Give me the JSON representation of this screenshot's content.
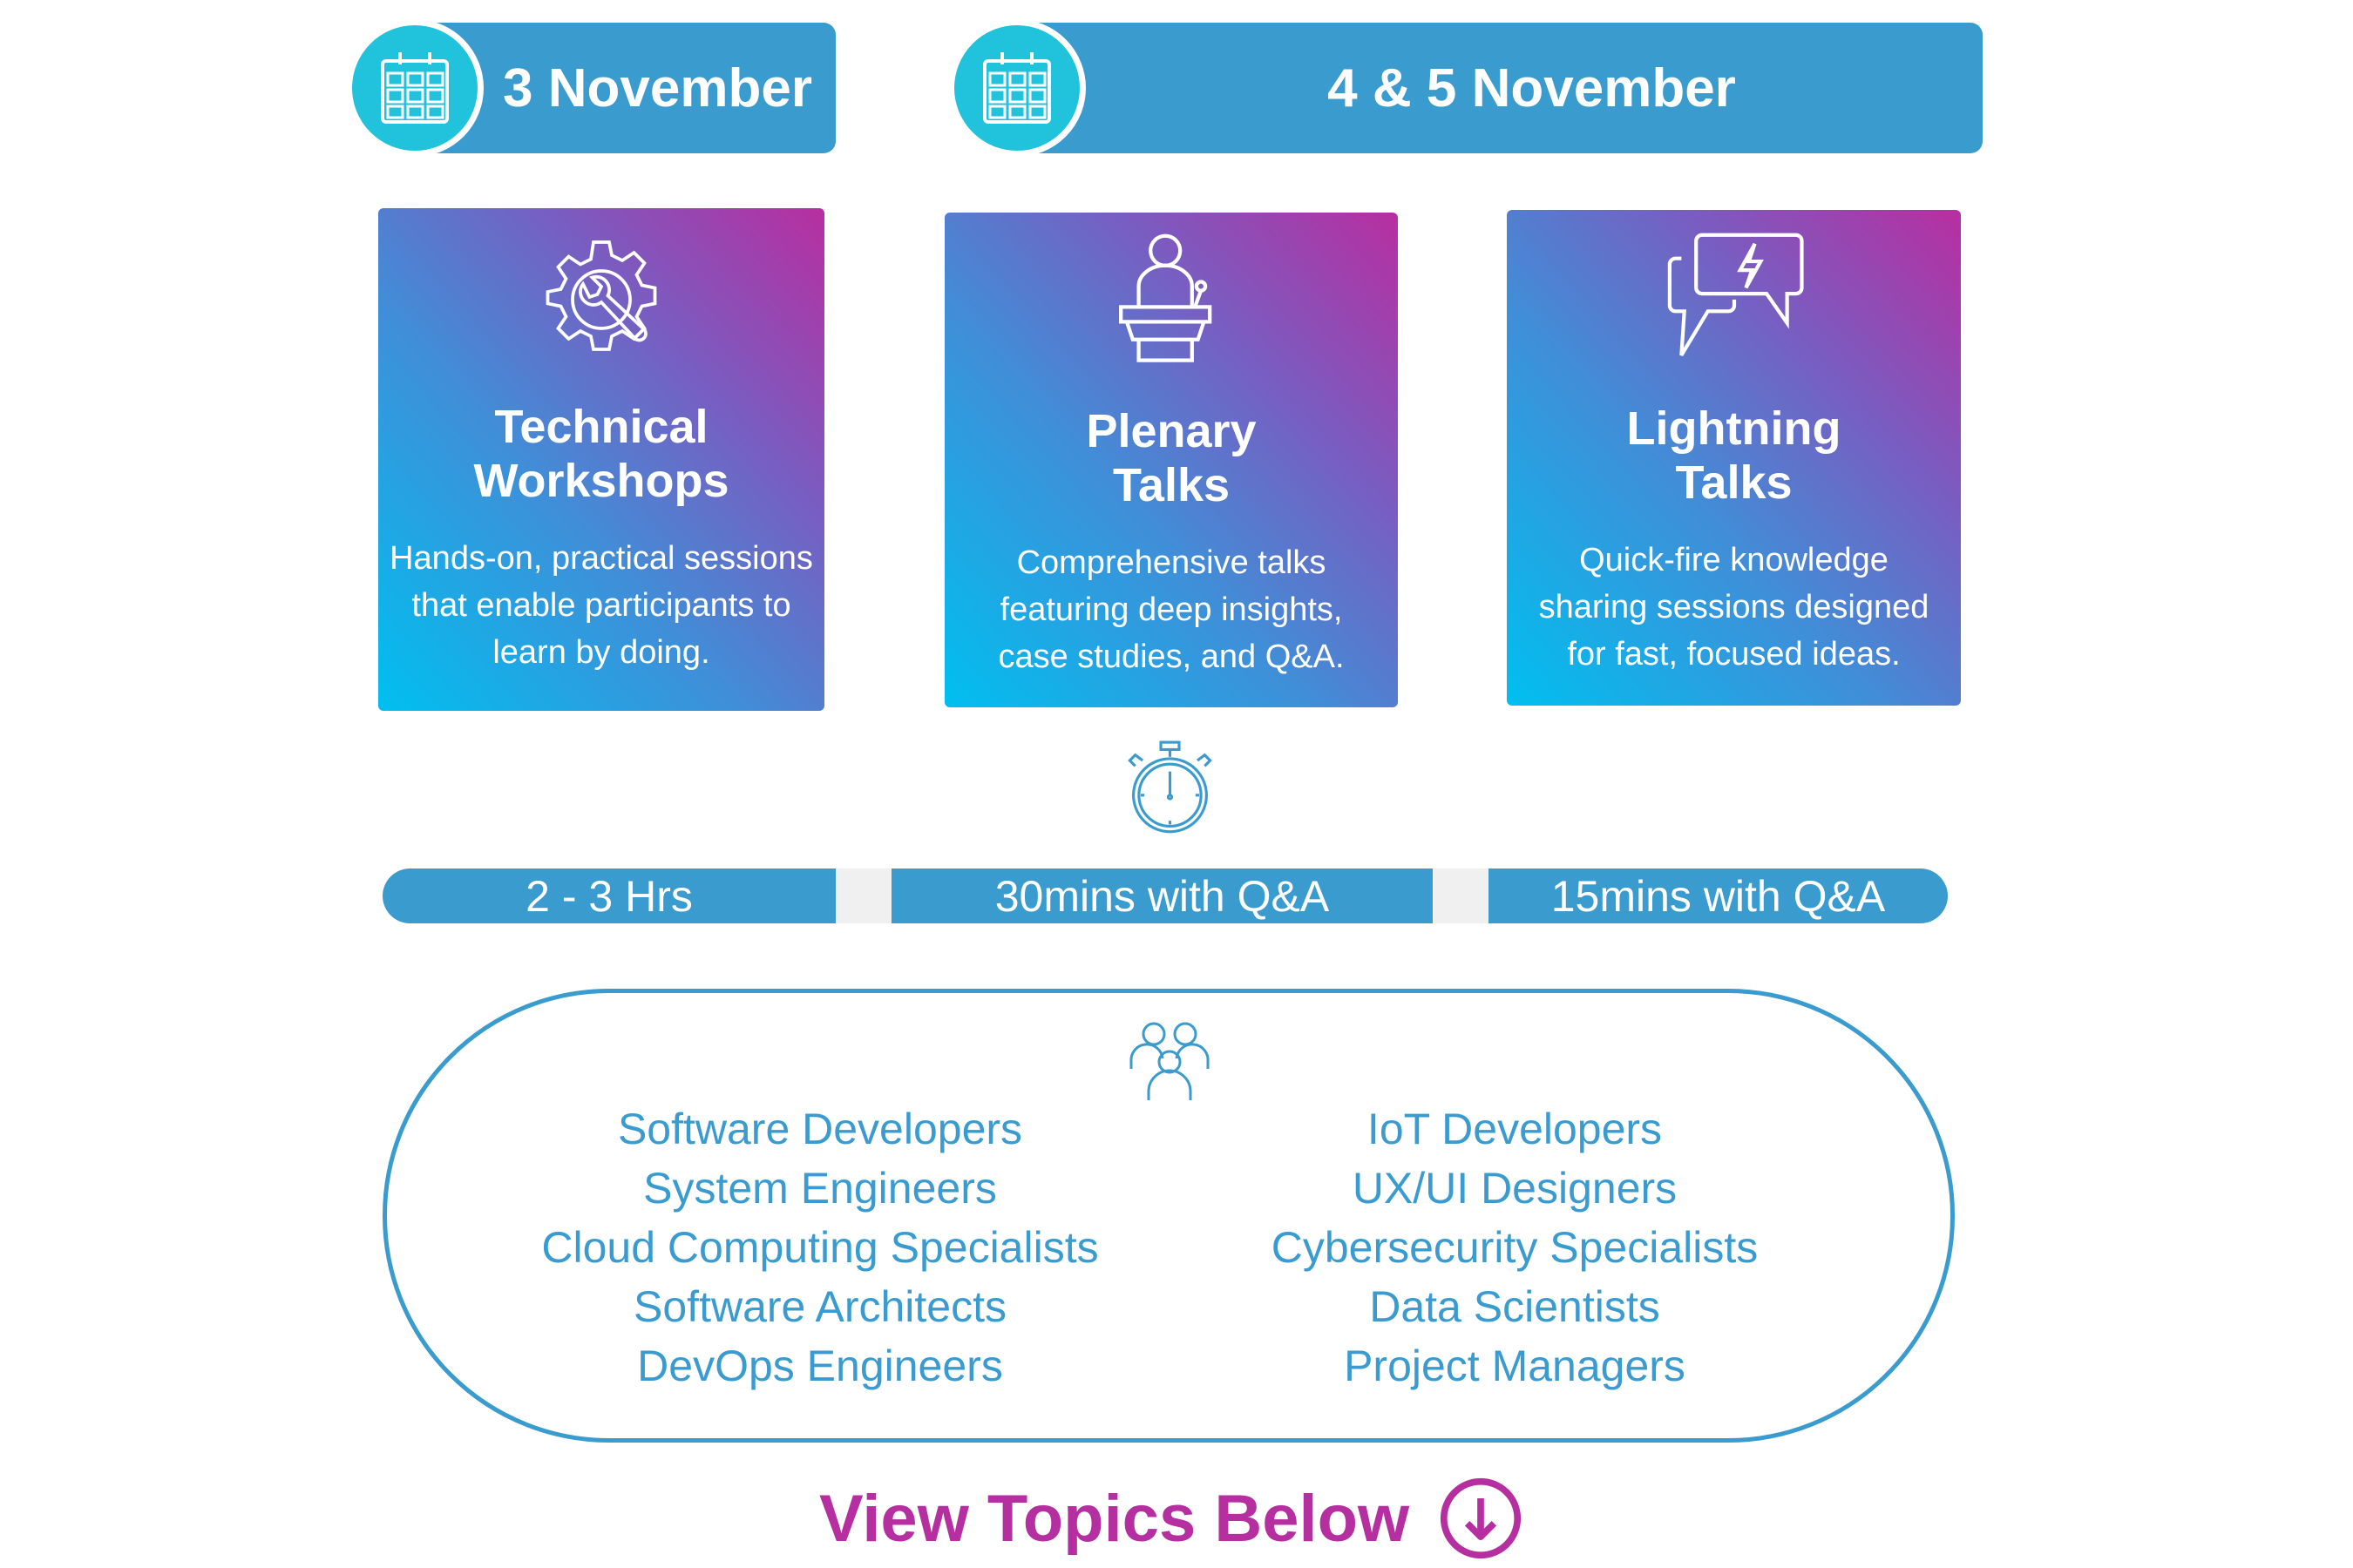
{
  "banners": [
    {
      "label": "3 November",
      "icon": "calendar-icon"
    },
    {
      "label": "4 & 5 November",
      "icon": "calendar-icon"
    }
  ],
  "cards": [
    {
      "icon": "gear-wrench-icon",
      "title_line1": "Technical",
      "title_line2": "Workshops",
      "desc": [
        "Hands-on, practical sessions",
        "that enable participants to",
        "learn by doing."
      ]
    },
    {
      "icon": "speaker-podium-icon",
      "title_line1": "Plenary",
      "title_line2": "Talks",
      "desc": [
        "Comprehensive talks",
        "featuring deep insights,",
        "case studies, and Q&A."
      ]
    },
    {
      "icon": "chat-lightning-icon",
      "title_line1": "Lightning",
      "title_line2": "Talks",
      "desc": [
        "Quick-fire knowledge",
        "sharing sessions designed",
        "for fast, focused ideas."
      ]
    }
  ],
  "durations": [
    "2 - 3 Hrs",
    "30mins with Q&A",
    "15mins with Q&A"
  ],
  "audience": {
    "left": [
      "Software Developers",
      "System Engineers",
      "Cloud Computing Specialists",
      "Software Architects",
      "DevOps Engineers"
    ],
    "right": [
      "IoT Developers",
      "UX/UI Designers",
      "Cybersecurity Specialists",
      "Data Scientists",
      "Project Managers"
    ]
  },
  "footer": {
    "label": "View Topics Below"
  },
  "colors": {
    "banner": "#3a9bce",
    "circle": "#21c3dc",
    "text_blue": "#3a9bd0",
    "magenta": "#b52fa0"
  }
}
